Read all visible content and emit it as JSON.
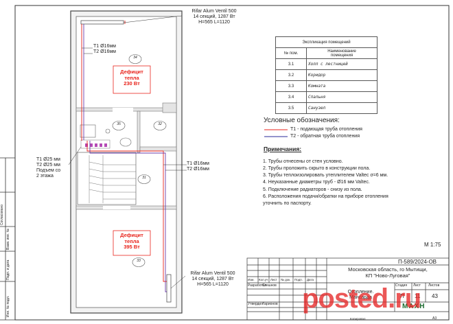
{
  "radiator_top": {
    "model": "Rifar Alum Ventil 500",
    "sections": "14 секций, 1287 Вт",
    "size": "H=565 L=1120"
  },
  "radiator_bottom": {
    "model": "Rifar Alum Ventil 500",
    "sections": "14 секций, 1287 Вт",
    "size": "H=565 L=1120"
  },
  "pipes_top": {
    "t1": "Т1 Ø16мм",
    "t2": "Т2 Ø16мм"
  },
  "pipes_left": {
    "t1": "Т1 Ø25 мм",
    "t2": "Т2 Ø25 мм",
    "note1": "Подъем со",
    "note2": "2 этажа"
  },
  "pipes_right": {
    "t1": "Т1 Ø16мм",
    "t2": "Т2 Ø16мм"
  },
  "rooms": {
    "r34": "34",
    "r35": "35",
    "r32": "32",
    "r31": "31",
    "r33": "33"
  },
  "deficit_top": {
    "line1": "Дефицит",
    "line2": "тепла",
    "line3": "230 Вт"
  },
  "deficit_bottom": {
    "line1": "Дефицит",
    "line2": "тепла",
    "line3": "395 Вт"
  },
  "explication": {
    "title": "Экспликация помещений",
    "col_num": "№ пом.",
    "col_name_1": "Наименование",
    "col_name_2": "помещения",
    "rows": [
      {
        "num": "3.1",
        "name": "Холл с лестницей"
      },
      {
        "num": "3.2",
        "name": "Коридор"
      },
      {
        "num": "3.3",
        "name": "Комната"
      },
      {
        "num": "3.4",
        "name": "Спальня"
      },
      {
        "num": "3.5",
        "name": "Санузел"
      }
    ]
  },
  "legend": {
    "title": "Условные обозначения:",
    "t1": "Т1 - подающая труба отопления",
    "t2": "Т2 - обратная труба отопления",
    "t1_color": "#e8231b",
    "t2_color": "#2a2a9a"
  },
  "notes": {
    "title": "Примечания:",
    "items": [
      "1.     Трубы отнесены от стен условно.",
      "2.     Трубы проложить скрыто в конструкции пола.",
      "3.     Трубы теплоизолировать утеплителем Valtec σ=6 мм.",
      "4.     Неуказанные диаметры труб - Ø16 мм Valtec.",
      "5.     Подключение радиаторов - снизу из пола.",
      "6.     Расположения подачи/обратки на приборе отопления уточнить по паспорту."
    ]
  },
  "scale": "М 1:75",
  "stamp": {
    "code": "П-589/2024-ОВ",
    "address1": "Московская область, го Мытищи,",
    "address2": "КП \"Ново-Луговая\"",
    "sheet_title1": "Отопление.",
    "sheet_title2": "Мансарда",
    "stage_label": "Стадия",
    "sheet_label": "Лист",
    "sheets_label": "Листов",
    "stage": "П",
    "sheet": "11",
    "sheets": "43",
    "col_headers": [
      "Изм.",
      "Кол.уч",
      "Лист",
      "№ док.",
      "Подп.",
      "Дата"
    ],
    "role1": "Разработал",
    "name1": "Стешнов",
    "role2": "Утвердил",
    "name2": "Ларионов",
    "format_label": "Копировал",
    "format": "А3",
    "logo": "МАХН",
    "watermark": "posted.ru"
  },
  "side_labels": [
    "Согласовано",
    "Взам. инв. №",
    "Подп. и дата",
    "Инв. № подл."
  ]
}
